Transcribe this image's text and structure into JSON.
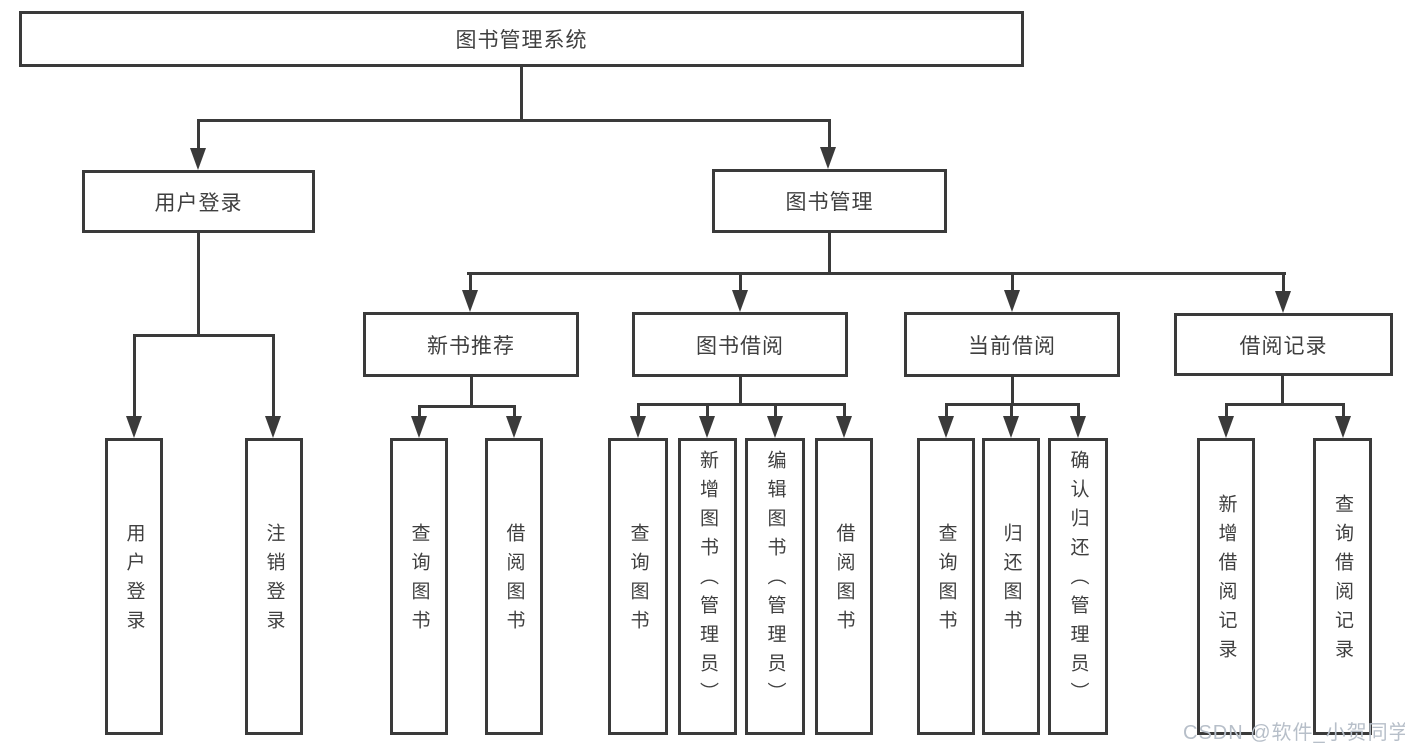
{
  "diagram": {
    "type": "tree",
    "colors": {
      "line": "#3a3a3a",
      "text": "#3f3f3f",
      "watermark": "#b7bfc9",
      "background": "#ffffff"
    },
    "watermark": {
      "text": "CSDN @软件_小贺同学"
    },
    "tree": {
      "label": "图书管理系统",
      "children": [
        {
          "label": "用户登录",
          "children": [
            {
              "label": "用户登录"
            },
            {
              "label": "注销登录"
            }
          ]
        },
        {
          "label": "图书管理",
          "children": [
            {
              "label": "新书推荐",
              "children": [
                {
                  "label": "查询图书"
                },
                {
                  "label": "借阅图书"
                }
              ]
            },
            {
              "label": "图书借阅",
              "children": [
                {
                  "label": "查询图书"
                },
                {
                  "label": "新增图书（管理员）"
                },
                {
                  "label": "编辑图书（管理员）"
                },
                {
                  "label": "借阅图书"
                }
              ]
            },
            {
              "label": "当前借阅",
              "children": [
                {
                  "label": "查询图书"
                },
                {
                  "label": "归还图书"
                },
                {
                  "label": "确认归还（管理员）"
                }
              ]
            },
            {
              "label": "借阅记录",
              "children": [
                {
                  "label": "新增借阅记录"
                },
                {
                  "label": "查询借阅记录"
                }
              ]
            }
          ]
        }
      ]
    }
  }
}
